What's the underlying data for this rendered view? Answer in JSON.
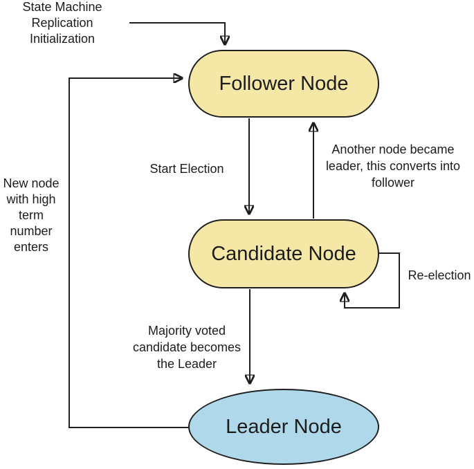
{
  "diagram": {
    "nodes": {
      "follower": {
        "label": "Follower Node",
        "fill": "#F5E7A6"
      },
      "candidate": {
        "label": "Candidate Node",
        "fill": "#F5E7A6"
      },
      "leader": {
        "label": "Leader Node",
        "fill": "#AFD8EA"
      }
    },
    "edge_labels": {
      "init": "State Machine\nReplication\nInitialization",
      "start_election": "Start Election",
      "another_node": "Another node became\nleader, this converts into\nfollower",
      "re_election": "Re-election",
      "majority": "Majority voted\ncandidate becomes\nthe Leader",
      "new_node": "New node\nwith high\nterm\nnumber\nenters"
    },
    "colors": {
      "stroke": "#1f1f1f",
      "text": "#1c1c1c",
      "node_yellow": "#F5E7A6",
      "node_blue": "#AFD8EA",
      "background": "#ffffff"
    }
  }
}
